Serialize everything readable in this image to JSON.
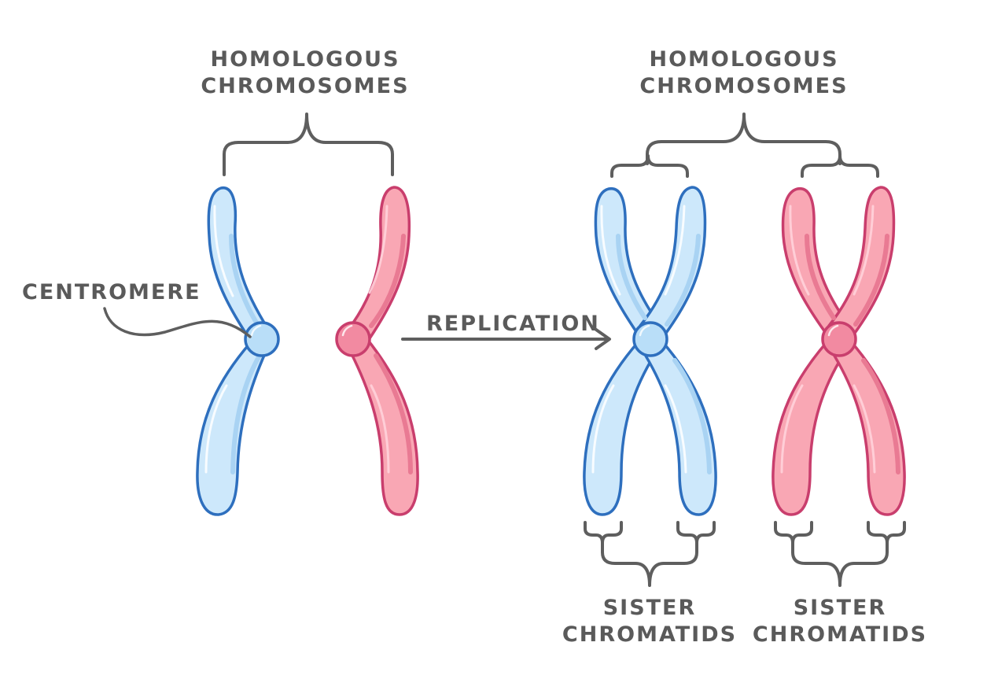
{
  "labels": {
    "left_homologous": [
      "HOMOLOGOUS",
      "CHROMOSOMES"
    ],
    "right_homologous": [
      "HOMOLOGOUS",
      "CHROMOSOMES"
    ],
    "centromere": "CENTROMERE",
    "replication": "REPLICATION",
    "sister_left": [
      "SISTER",
      "CHROMATIDS"
    ],
    "sister_right": [
      "SISTER",
      "CHROMATIDS"
    ]
  },
  "colors": {
    "chromosome_blue_fill": "#cde8fb",
    "chromosome_blue_outline": "#2e6fbe",
    "chromosome_pink_fill": "#f9a7b4",
    "chromosome_pink_outline": "#c93e6d",
    "label_text": "#5a5a5a"
  }
}
